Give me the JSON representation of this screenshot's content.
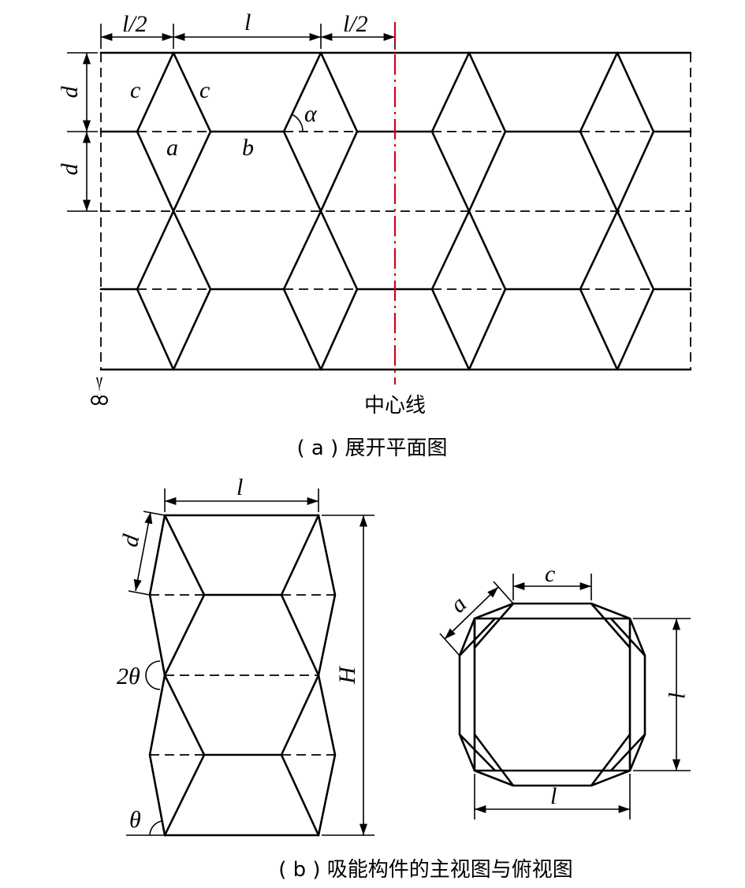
{
  "figure_a": {
    "dim_labels": {
      "half_left": "l/2",
      "full": "l",
      "half_right": "l/2",
      "d_top": "d",
      "d_bottom": "d"
    },
    "edge_labels": {
      "c_left": "c",
      "c_right": "c",
      "a": "a",
      "b": "b",
      "alpha": "α"
    },
    "center_line_label": "中心线",
    "caption": "( a ) 展开平面图"
  },
  "figure_b": {
    "front": {
      "width_label": "l",
      "d_label": "d",
      "height_label": "H",
      "two_theta": "2θ",
      "theta": "θ"
    },
    "top": {
      "c_label": "c",
      "a_label": "a",
      "side_label": "l",
      "bottom_label": "l"
    },
    "caption": "( b ) 吸能构件的主视图与俯视图"
  },
  "icons": {
    "scissors": "scissors-icon"
  }
}
